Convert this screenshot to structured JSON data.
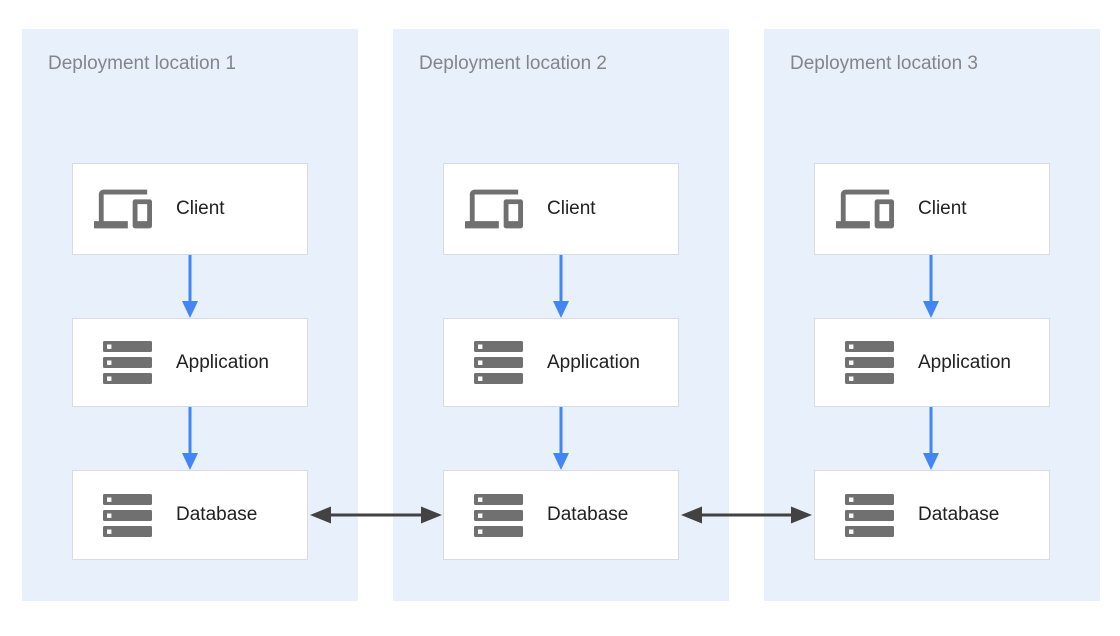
{
  "diagram": {
    "panels": [
      {
        "title": "Deployment location 1",
        "nodes": [
          {
            "label": "Client",
            "icon": "devices-icon"
          },
          {
            "label": "Application",
            "icon": "server-icon"
          },
          {
            "label": "Database",
            "icon": "server-icon"
          }
        ]
      },
      {
        "title": "Deployment location 2",
        "nodes": [
          {
            "label": "Client",
            "icon": "devices-icon"
          },
          {
            "label": "Application",
            "icon": "server-icon"
          },
          {
            "label": "Database",
            "icon": "server-icon"
          }
        ]
      },
      {
        "title": "Deployment location 3",
        "nodes": [
          {
            "label": "Client",
            "icon": "devices-icon"
          },
          {
            "label": "Application",
            "icon": "server-icon"
          },
          {
            "label": "Database",
            "icon": "server-icon"
          }
        ]
      }
    ],
    "connections": {
      "within_each_panel": [
        {
          "from": "Client",
          "to": "Application",
          "style": "single-headed blue arrow"
        },
        {
          "from": "Application",
          "to": "Database",
          "style": "single-headed blue arrow"
        }
      ],
      "across_panels": [
        {
          "from": "Database (location 1)",
          "to": "Database (location 2)",
          "style": "double-headed dark arrow"
        },
        {
          "from": "Database (location 2)",
          "to": "Database (location 3)",
          "style": "double-headed dark arrow"
        }
      ]
    },
    "colors": {
      "panel_background": "#E8F0FB",
      "node_background": "#FFFFFF",
      "node_border": "#D8DBDF",
      "panel_title_text": "#80868B",
      "node_label_text": "#212121",
      "icon_gray": "#707070",
      "flow_arrow_blue": "#4285F4",
      "replication_arrow_dark": "#424242"
    }
  }
}
